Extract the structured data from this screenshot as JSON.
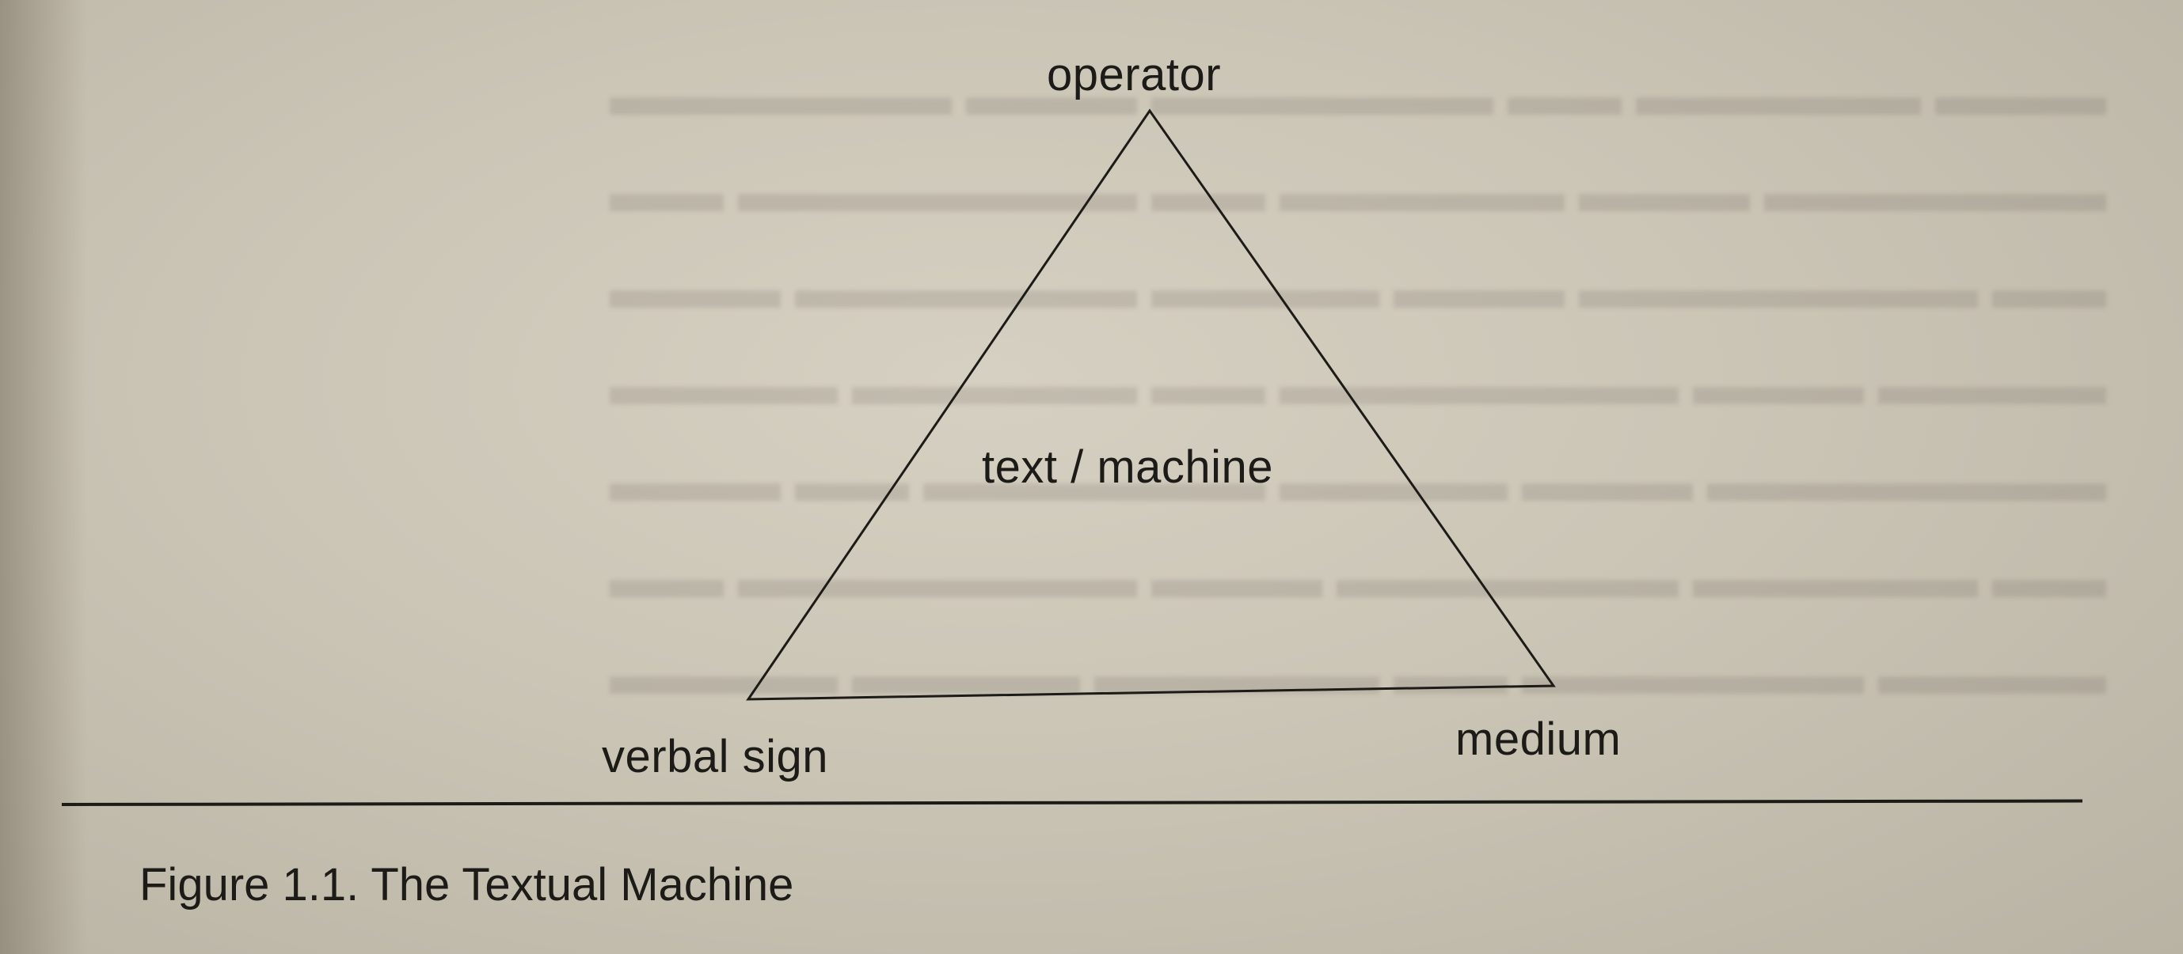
{
  "diagram": {
    "nodes": {
      "operator": "operator",
      "center": "text / machine",
      "verbal_sign": "verbal sign",
      "medium": "medium"
    },
    "edges": [
      {
        "from": "operator",
        "to": "medium"
      },
      {
        "from": "medium",
        "to": "verbal_sign"
      },
      {
        "from": "verbal_sign",
        "to": "operator"
      }
    ],
    "caption": "Figure 1.1. The Textual Machine"
  },
  "colors": {
    "ink": "#1c1b17",
    "paper": "#cbc5b6"
  }
}
